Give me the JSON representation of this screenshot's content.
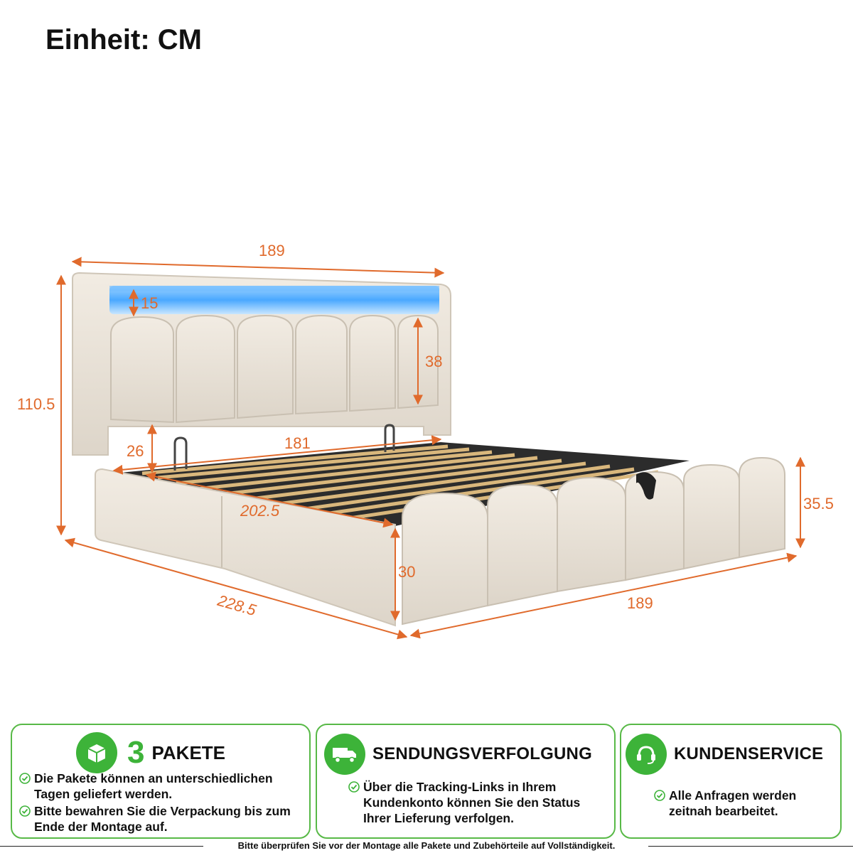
{
  "header": {
    "unit_title": "Einheit: CM"
  },
  "dimensions": {
    "headboard_width": "189",
    "led_strip": "15",
    "panel_height": "38",
    "total_height": "110.5",
    "inner_width": "181",
    "clearance": "26",
    "inner_length": "202.5",
    "frame_height": "35.5",
    "side_height": "30",
    "total_length": "228.5",
    "total_width": "189"
  },
  "cards": {
    "packages": {
      "count": "3",
      "title": "PAKETE",
      "items": [
        "Die Pakete können an unterschiedlichen Tagen geliefert werden.",
        "Bitte bewahren Sie die Verpackung bis zum Ende der Montage auf."
      ]
    },
    "tracking": {
      "title": "SENDUNGSVERFOLGUNG",
      "items": [
        "Über die Tracking-Links in Ihrem Kundenkonto können Sie den Status Ihrer Lieferung verfolgen."
      ]
    },
    "service": {
      "title": "KUNDENSERVICE",
      "items": [
        "Alle Anfragen werden zeitnah bearbeitet."
      ]
    }
  },
  "footer": {
    "note": "Bitte überprüfen Sie vor der Montage alle Pakete und Zubehörteile auf Vollständigkeit."
  },
  "colors": {
    "accent_green": "#3db339",
    "dimension_orange": "#e06a2c",
    "led_blue": "#4aa8ff",
    "fabric": "#e9e2d8"
  },
  "icons": [
    "package-icon",
    "truck-icon",
    "headset-icon",
    "check-icon"
  ]
}
